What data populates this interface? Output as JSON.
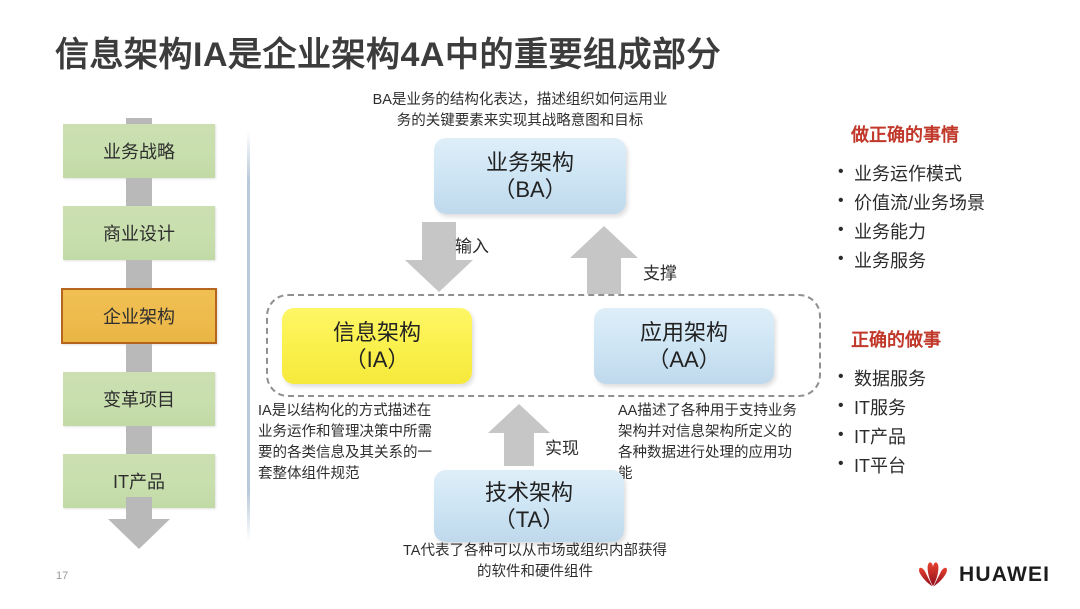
{
  "slide": {
    "title": "信息架构IA是企业架构4A中的重要组成部分",
    "page_number": "17"
  },
  "left_chain": {
    "items": [
      {
        "label": "业务战略",
        "highlight": false
      },
      {
        "label": "商业设计",
        "highlight": false
      },
      {
        "label": "企业架构",
        "highlight": true
      },
      {
        "label": "变革项目",
        "highlight": false
      },
      {
        "label": "IT产品",
        "highlight": false
      }
    ],
    "colors": {
      "box_green": "#c8dfae",
      "box_orange": "#eebb4d",
      "box_orange_border": "#b5651d",
      "connector_gray": "#b9b9b9"
    }
  },
  "diagram": {
    "boxes": {
      "ba": {
        "line1": "业务架构",
        "line2": "（BA）",
        "color": "#cfe6f5"
      },
      "ia": {
        "line1": "信息架构",
        "line2": "（IA）",
        "color": "#fbf14f"
      },
      "aa": {
        "line1": "应用架构",
        "line2": "（AA）",
        "color": "#cfe6f5"
      },
      "ta": {
        "line1": "技术架构",
        "line2": "（TA）",
        "color": "#cfe6f5"
      }
    },
    "arrow_labels": {
      "input": "输入",
      "support": "支撑",
      "realize": "实现"
    },
    "captions": {
      "ba": "BA是业务的结构化表达，描述组织如何运用业务的关键要素来实现其战略意图和目标",
      "ia": "IA是以结构化的方式描述在业务运作和管理决策中所需要的各类信息及其关系的一套整体组件规范",
      "aa": "AA描述了各种用于支持业务架构并对信息架构所定义的各种数据进行处理的应用功能",
      "ta": "TA代表了各种可以从市场或组织内部获得的软件和硬件组件"
    }
  },
  "right_panel": {
    "section_one": {
      "heading": "做正确的事情",
      "items": [
        "业务运作模式",
        "价值流/业务场景",
        "业务能力",
        "业务服务"
      ]
    },
    "section_two": {
      "heading": "正确的做事",
      "items": [
        "数据服务",
        "IT服务",
        "IT产品",
        "IT平台"
      ]
    },
    "heading_color": "#c0392b"
  },
  "footer": {
    "brand": "HUAWEI",
    "brand_color": "#cf0a2c"
  }
}
